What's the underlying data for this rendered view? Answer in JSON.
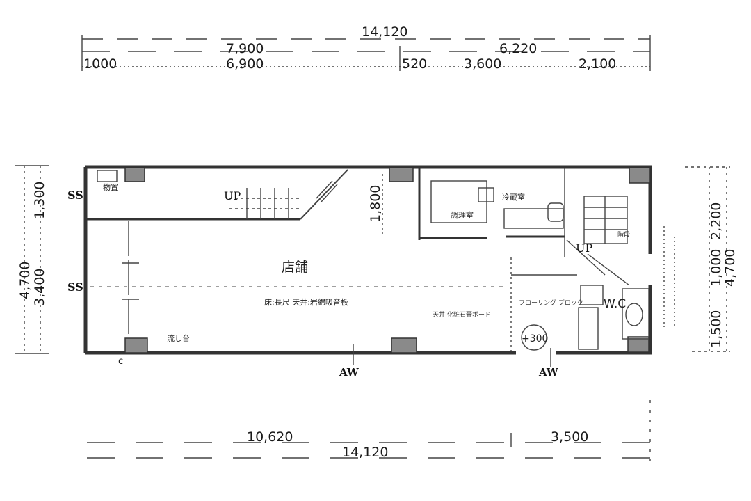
{
  "dimensions": {
    "top_total": "14,120",
    "top_left": "7,900",
    "top_right": "6,220",
    "top_seg_1": "1000",
    "top_seg_2": "6,900",
    "top_seg_3": "520",
    "top_seg_4": "3,600",
    "top_seg_5": "2,100",
    "left_total": "4,700",
    "left_upper": "1,300",
    "left_lower": "3,400",
    "right_upper": "2,200",
    "right_mid": "1,000",
    "right_lower": "1,500",
    "right_total": "4,700",
    "interior_height": "1,800",
    "bottom_left": "10,620",
    "bottom_right": "3,500",
    "bottom_total": "14,120"
  },
  "rooms": {
    "main": "店舗",
    "main_note": "床:長尺 天井:岩綿吸音板",
    "main_note2": "天井:化粧石膏ボード",
    "storage": "物置",
    "kitchen": "調理室",
    "pantry": "冷蔵室",
    "wc": "W.C",
    "flooring": "フローリング ブロック",
    "sink": "流し台",
    "stair_right": "階段"
  },
  "marks": {
    "up_left": "UP",
    "up_right": "UP",
    "ss_top": "SS",
    "ss_mid": "SS",
    "aw_left": "AW",
    "aw_right": "AW",
    "level": "+300",
    "col_mark": "c"
  }
}
